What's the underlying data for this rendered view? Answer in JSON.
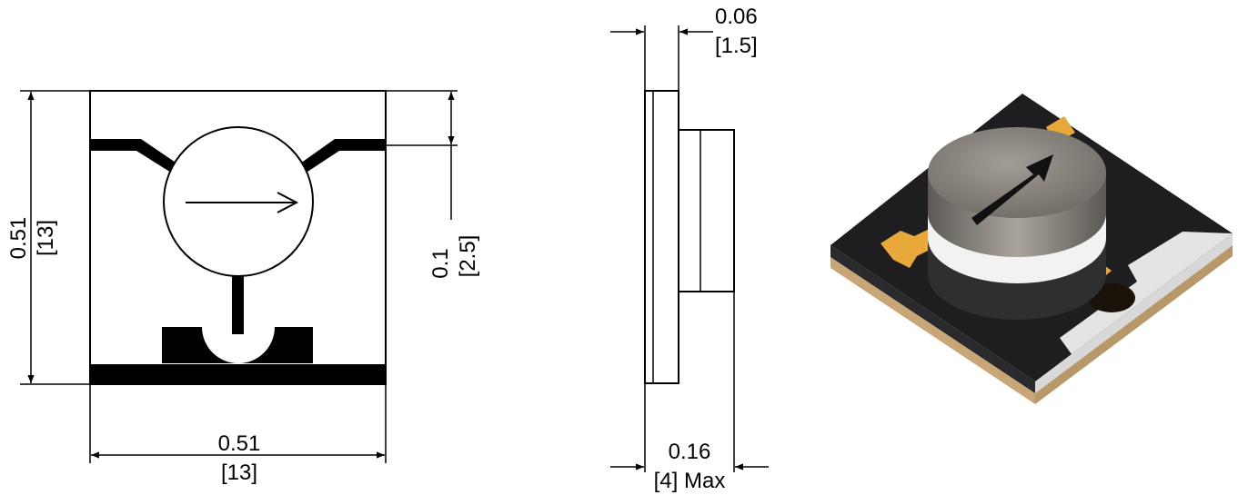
{
  "top_view": {
    "width_in": "0.51",
    "width_mm": "[13]",
    "height_in": "0.51",
    "height_mm": "[13]",
    "port_offset_in": "0.1",
    "port_offset_mm": "[2.5]"
  },
  "side_view": {
    "substrate_in": "0.06",
    "substrate_mm": "[1.5]",
    "height_in": "0.16",
    "height_mm": "[4] Max"
  },
  "colors": {
    "line": "#000000",
    "substrate": "#1e1e20",
    "gold_pad": "#e8a83a",
    "ferrite_top": "#8a8680",
    "white_band": "#f2f2f2",
    "base_layer": "#c9a676"
  }
}
